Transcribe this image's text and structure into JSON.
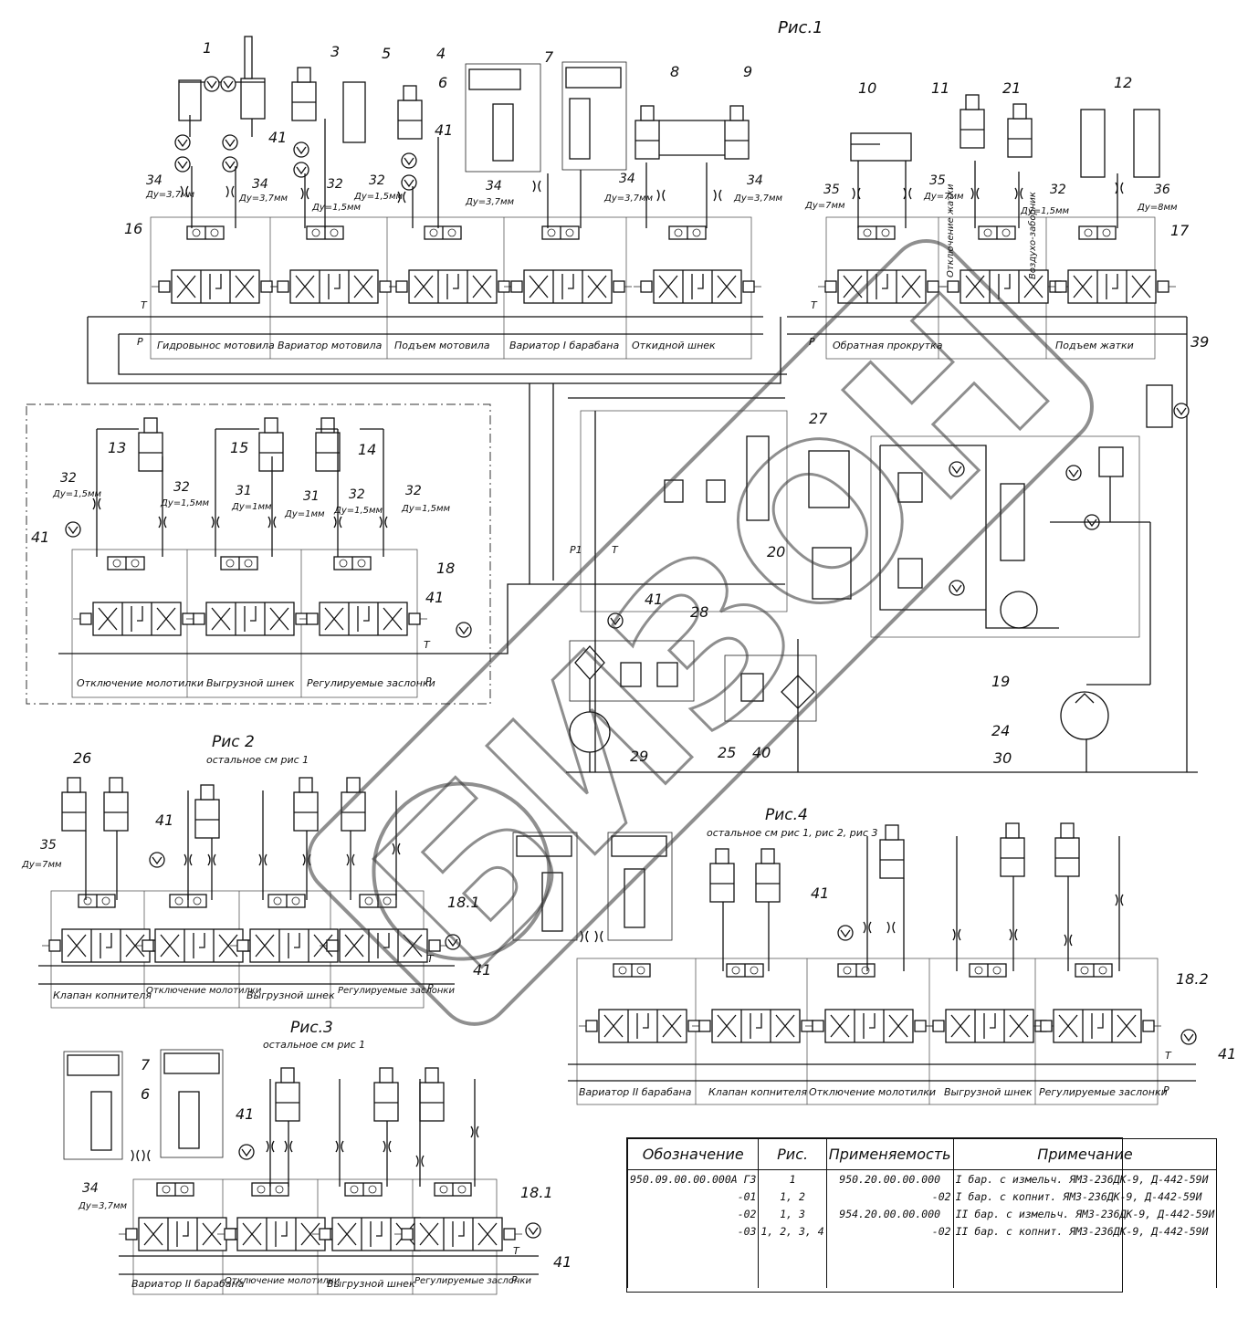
{
  "figures": {
    "fig1": "Рис.1",
    "fig2": "Рис 2",
    "fig2_note": "остальное см рис 1",
    "fig3": "Рис.3",
    "fig3_note": "остальное см рис 1",
    "fig4": "Рис.4",
    "fig4_note": "остальное см рис 1, рис 2, рис 3"
  },
  "positions": {
    "p1": "1",
    "p3": "3",
    "p4": "4",
    "p5": "5",
    "p6": "6",
    "p7": "7",
    "p8": "8",
    "p9": "9",
    "p10": "10",
    "p11": "11",
    "p12": "12",
    "p13": "13",
    "p14": "14",
    "p15": "15",
    "p16": "16",
    "p17": "17",
    "p18": "18",
    "p19": "19",
    "p20": "20",
    "p21": "21",
    "p24": "24",
    "p25": "25",
    "p26": "26",
    "p27": "27",
    "p28": "28",
    "p29": "29",
    "p30": "30",
    "p39": "39",
    "p40": "40",
    "p41": "41",
    "p181": "18.1",
    "p182": "18.2",
    "r31": "31",
    "r32": "32",
    "r34": "34",
    "r35": "35",
    "r36": "36"
  },
  "restrictors": {
    "d37": "Ду=3,7мм",
    "d15": "Ду=1,5мм",
    "d7": "Ду=7мм",
    "d8": "Ду=8мм",
    "d1": "Ду=1мм"
  },
  "ports": {
    "T": "T",
    "P": "P",
    "P1": "P1"
  },
  "sections_fig1_left": [
    "Гидровынос мотовила",
    "Вариатор мотовила",
    "Подъем мотовила",
    "Вариатор I барабана",
    "Откидной шнек"
  ],
  "sections_fig1_right": [
    "Обратная прокрутка",
    "Подъем жатки"
  ],
  "sections_fig1_block18": [
    "Отключение молотилки",
    "Выгрузной шнек",
    "Регулируемые заслонки"
  ],
  "sections_fig2": [
    "Клапан копнителя",
    "Отключение молотилки",
    "Выгрузной шнек",
    "Регулируемые заслонки"
  ],
  "sections_fig3": [
    "Вариатор II барабана",
    "Отключение молотилки",
    "Выгрузной шнек",
    "Регулируемые заслонки"
  ],
  "sections_fig4": [
    "Вариатор II барабана",
    "Клапан копнителя",
    "Отключение молотилки",
    "Выгрузной шнек",
    "Регулируемые заслонки"
  ],
  "vertical_labels": {
    "header_off": "Отключение жатки",
    "air_damper": "Воздухо-заборник"
  },
  "watermark": "БИЗОН",
  "table": {
    "headers": [
      "Обозначение",
      "Рис.",
      "Применяемость",
      "Примечание"
    ],
    "rows": [
      [
        "950.09.00.00.000А ГЗ",
        "1",
        "950.20.00.00.000",
        "I бар. с измельч. ЯМЗ-236ДК-9, Д-442-59И"
      ],
      [
        "-01",
        "1, 2",
        "-02",
        "I бар. с копнит. ЯМЗ-236ДК-9, Д-442-59И"
      ],
      [
        "-02",
        "1, 3",
        "954.20.00.00.000",
        "II бар. с измельч. ЯМЗ-236ДК-9, Д-442-59И"
      ],
      [
        "-03",
        "1, 2, 3, 4",
        "-02",
        "II бар. с копнит. ЯМЗ-236ДК-9, Д-442-59И"
      ]
    ]
  }
}
